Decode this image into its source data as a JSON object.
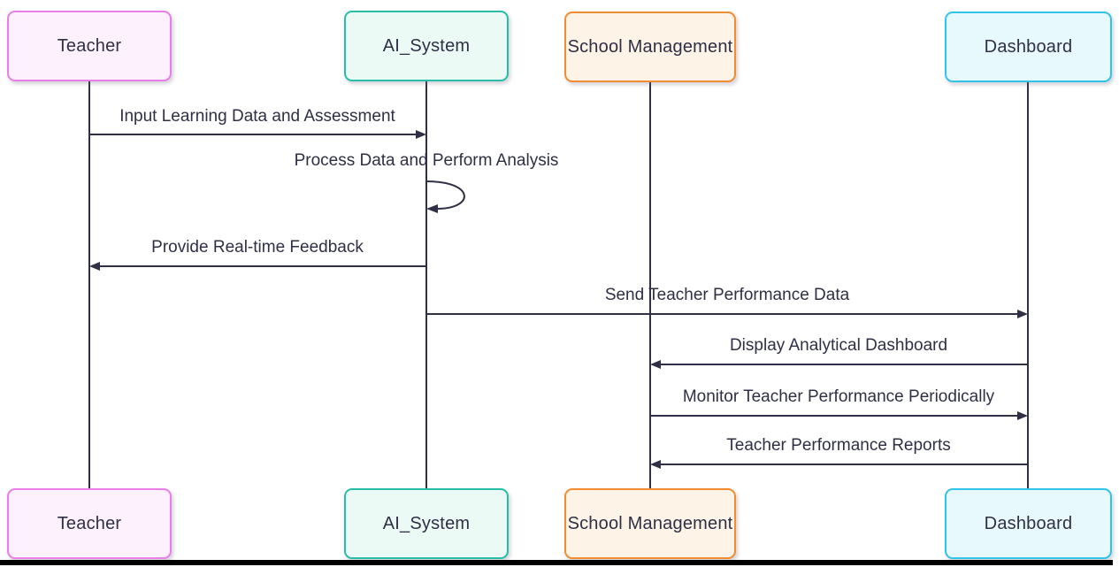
{
  "diagram": {
    "type": "sequence-diagram",
    "background": "#ffffff",
    "line_color": "#2f2f45",
    "text_color": "#2f2f45",
    "bottom_rule_color": "#000000",
    "actors": [
      {
        "name": "Teacher",
        "border_color": "#e97de9",
        "fill_color": "#fcf1fc"
      },
      {
        "name": "AI_System",
        "border_color": "#27bda7",
        "fill_color": "#ecfaf6"
      },
      {
        "name": "School Management",
        "border_color": "#f18c32",
        "fill_color": "#fdf3e7"
      },
      {
        "name": "Dashboard",
        "border_color": "#2fc4e8",
        "fill_color": "#e7f9fd"
      }
    ],
    "messages": [
      {
        "from": "Teacher",
        "to": "AI_System",
        "text": "Input Learning Data and Assessment",
        "arrow": "solid",
        "direction": "right"
      },
      {
        "from": "AI_System",
        "to": "AI_System",
        "text": "Process Data and Perform Analysis",
        "arrow": "solid",
        "direction": "self-loop"
      },
      {
        "from": "AI_System",
        "to": "Teacher",
        "text": "Provide Real-time Feedback",
        "arrow": "solid",
        "direction": "left"
      },
      {
        "from": "AI_System",
        "to": "Dashboard",
        "text": "Send Teacher Performance Data",
        "arrow": "solid",
        "direction": "right"
      },
      {
        "from": "Dashboard",
        "to": "School Management",
        "text": "Display Analytical Dashboard",
        "arrow": "solid",
        "direction": "left"
      },
      {
        "from": "School Management",
        "to": "Dashboard",
        "text": "Monitor Teacher Performance Periodically",
        "arrow": "solid",
        "direction": "right"
      },
      {
        "from": "Dashboard",
        "to": "School Management",
        "text": "Teacher Performance Reports",
        "arrow": "solid",
        "direction": "left"
      }
    ]
  }
}
